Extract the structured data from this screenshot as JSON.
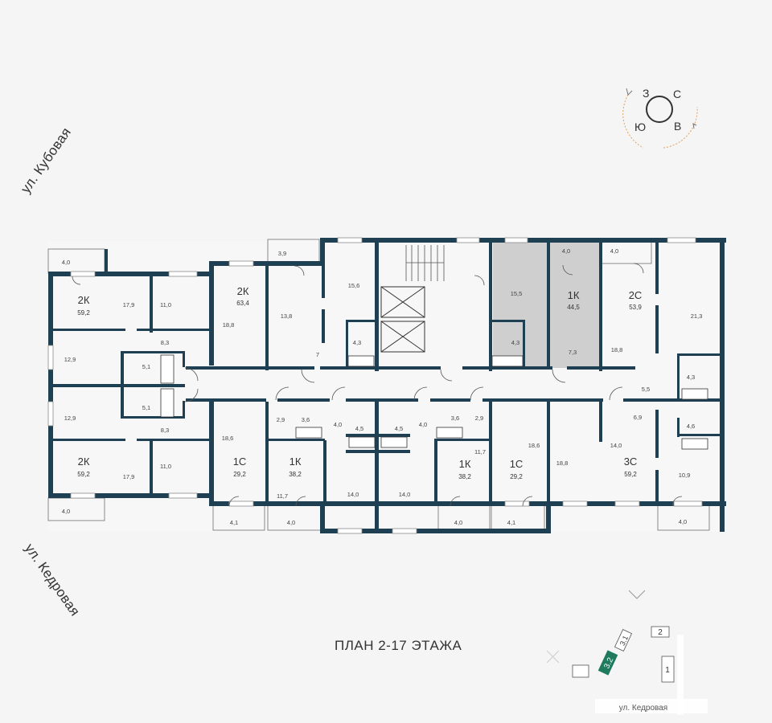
{
  "title": "ПЛАН 2-17 ЭТАЖА",
  "streets": {
    "top": "ул. Кубовая",
    "bottom": "ул. Кедровая"
  },
  "compass": {
    "w": "З",
    "n": "С",
    "s": "Ю",
    "e": "В"
  },
  "site_map": {
    "street": "ул. Кедровая",
    "buildings": [
      "3.2",
      "3.1",
      "2",
      "1"
    ]
  },
  "colors": {
    "wall": "#1f4052",
    "highlight": "#cfcfcf",
    "accent_building": "#1f7a5e",
    "compass_arc": "#e3a05a",
    "room_bg": "#f7f7f7"
  },
  "apartments": [
    {
      "id": "apt-2k-nw",
      "type": "2К",
      "area": "59,2"
    },
    {
      "id": "apt-2k-sw",
      "type": "2К",
      "area": "59,2"
    },
    {
      "id": "apt-2k-n",
      "type": "2К",
      "area": "63,4"
    },
    {
      "id": "apt-1k-ne",
      "type": "1К",
      "area": "44,5"
    },
    {
      "id": "apt-2c-ne",
      "type": "2С",
      "area": "53,9"
    },
    {
      "id": "apt-1c-s1",
      "type": "1С",
      "area": "29,2"
    },
    {
      "id": "apt-1k-s1",
      "type": "1К",
      "area": "38,2"
    },
    {
      "id": "apt-1k-s2",
      "type": "1К",
      "area": "38,2"
    },
    {
      "id": "apt-1c-s2",
      "type": "1С",
      "area": "29,2"
    },
    {
      "id": "apt-3c-se",
      "type": "3С",
      "area": "59,2"
    }
  ],
  "room_areas": [
    "4,0",
    "17,9",
    "11,0",
    "8,3",
    "12,9",
    "5,1",
    "5,1",
    "12,9",
    "8,3",
    "17,9",
    "11,0",
    "4,0",
    "3,9",
    "15,6",
    "18,8",
    "13,8",
    "4,3",
    "7",
    "15,5",
    "4,0",
    "4,3",
    "7,3",
    "4,0",
    "21,3",
    "18,8",
    "4,3",
    "5,5",
    "6,9",
    "14,0",
    "4,6",
    "10,9",
    "4,0",
    "2,9",
    "3,6",
    "4,0",
    "4,5",
    "4,5",
    "4,0",
    "3,6",
    "2,9",
    "18,6",
    "11,7",
    "14,0",
    "14,0",
    "11,7",
    "18,6",
    "18,8",
    "4,1",
    "4,0",
    "4,0",
    "4,1"
  ]
}
